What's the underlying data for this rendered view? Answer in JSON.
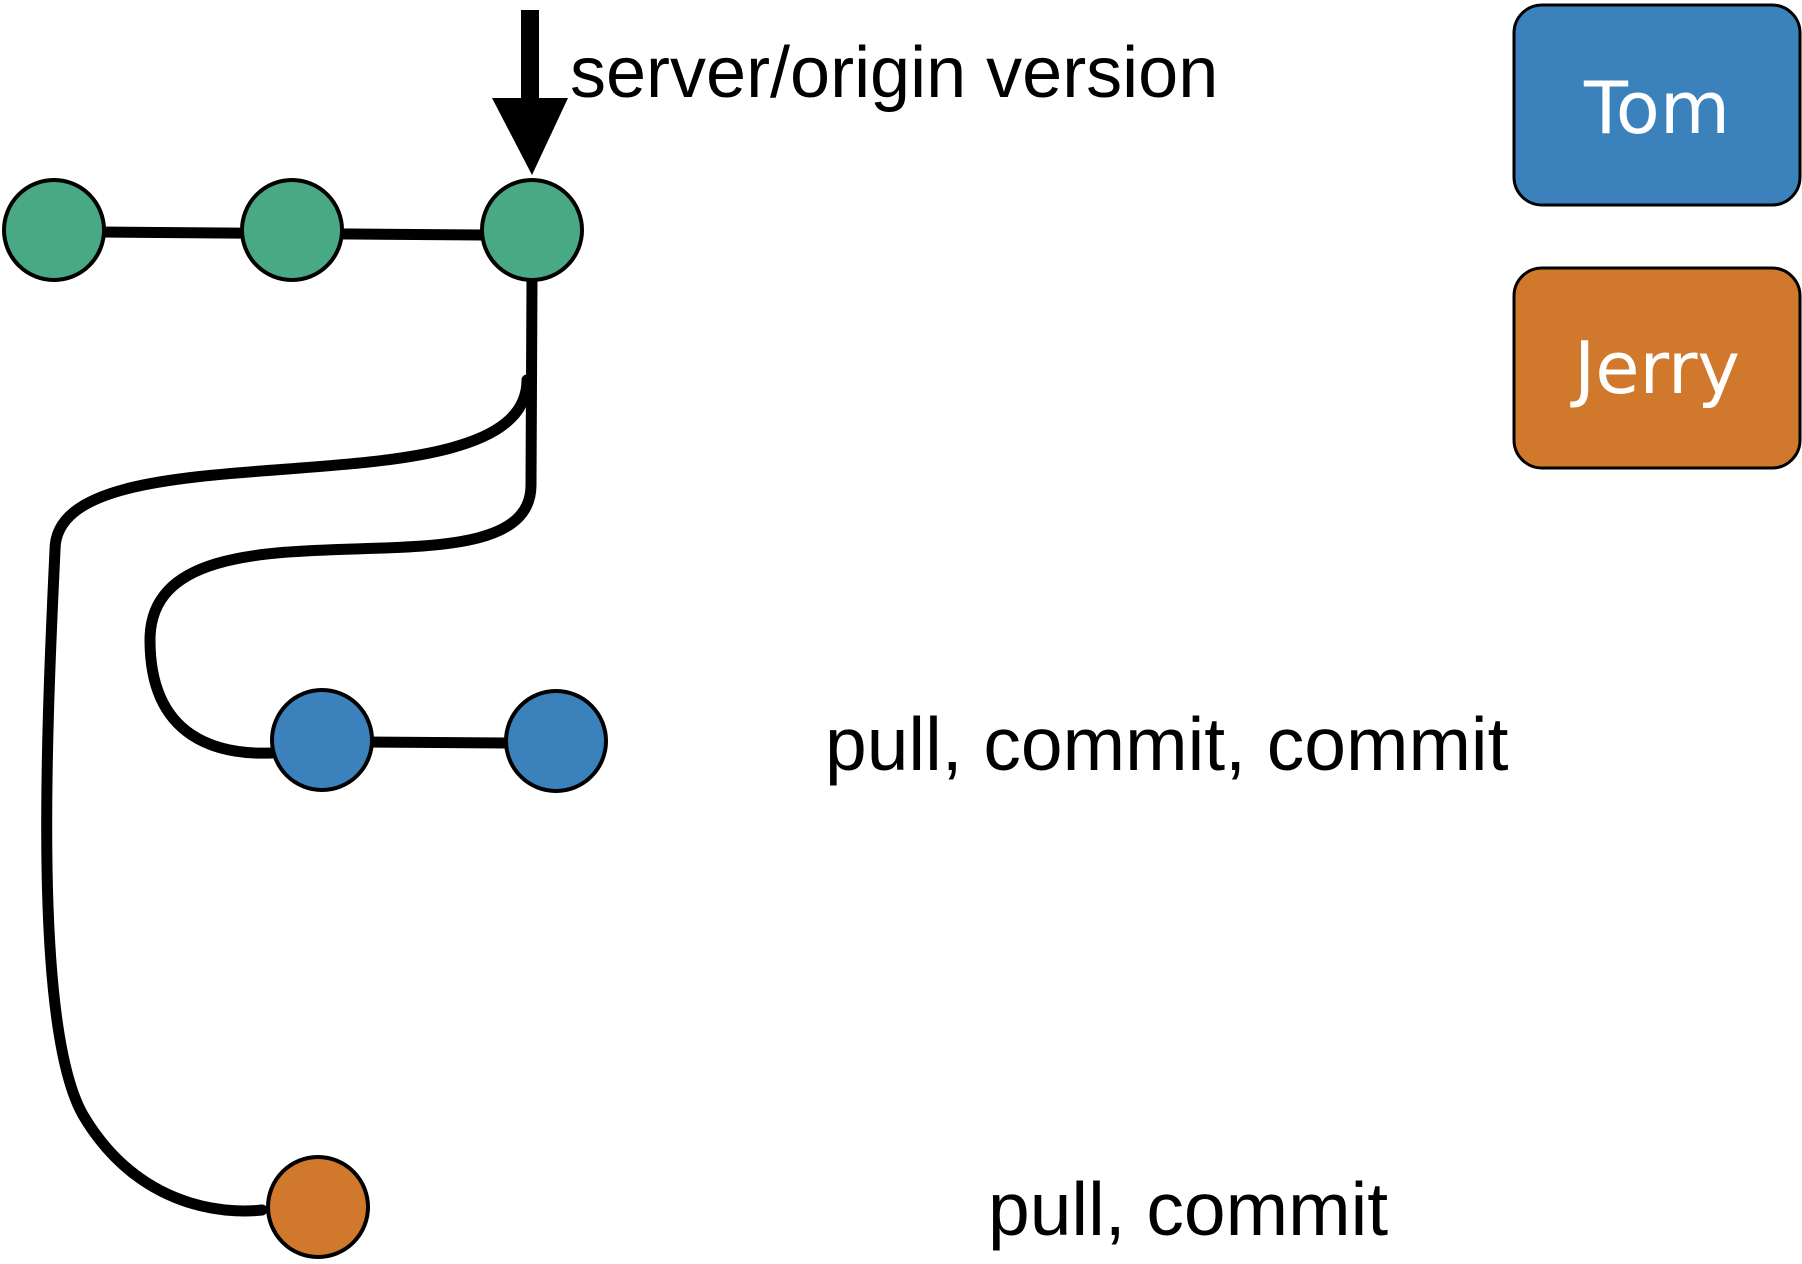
{
  "annotations": {
    "server_label": "server/origin version",
    "tom_label": "pull, commit, commit",
    "jerry_label": "pull, commit"
  },
  "legend": {
    "tom": {
      "label": "Tom",
      "color": "#3b82bd"
    },
    "jerry": {
      "label": "Jerry",
      "color": "#d0782c"
    }
  },
  "colors": {
    "server_commit": "#4aa985",
    "tom_commit": "#3b82bd",
    "jerry_commit": "#d0782c",
    "line": "#000000"
  }
}
